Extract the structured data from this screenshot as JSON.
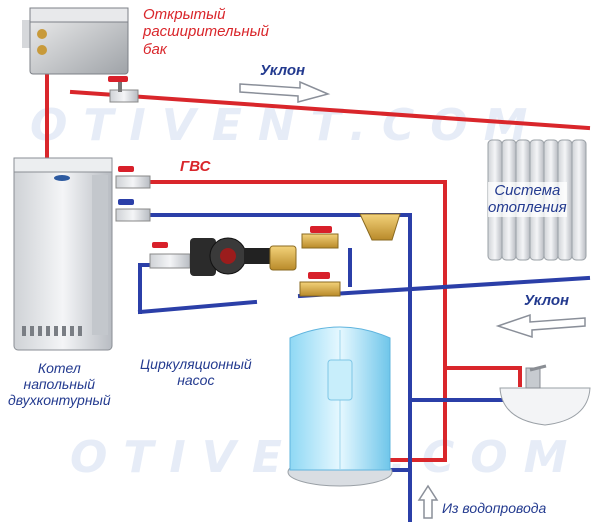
{
  "colors": {
    "hot_pipe": "#d9262b",
    "cold_pipe": "#2b3fa8",
    "label_red": "#d9262b",
    "label_blue": "#233a8f",
    "label_dark": "#222222",
    "watermark": "#c9d6ee",
    "arrow_outline": "#8a8f99"
  },
  "labels": {
    "expansion_tank_line1": "Открытый",
    "expansion_tank_line2": "расширительный",
    "expansion_tank_line3": "бак",
    "slope_top": "Уклон",
    "dhw": "ГВС",
    "heating_system_line1": "Система",
    "heating_system_line2": "отопления",
    "slope_bottom": "Уклон",
    "pump_line1": "Циркуляционный",
    "pump_line2": "насос",
    "boiler_line1": "Котел",
    "boiler_line2": "напольный",
    "boiler_line3": "двухконтурный",
    "water_supply": "Из водопровода"
  },
  "watermarks": [
    "OTIVENT.COM",
    "OTIVENT.COM"
  ],
  "icons": {
    "tank": "expansion-tank-icon",
    "boiler": "floor-boiler-icon",
    "radiator": "radiator-icon",
    "pump": "circulation-pump-icon",
    "shower": "shower-cabin-icon",
    "sink": "washbasin-icon"
  }
}
